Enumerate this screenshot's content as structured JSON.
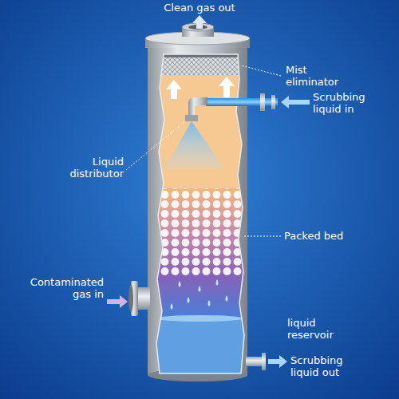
{
  "diagram": {
    "labels": [
      "Clean gas out",
      "Mist eliminator",
      "Scrubbing liquid in",
      "Liquid distributor",
      "Packed bed",
      "Contaminated gas in",
      "liquid reservoir",
      "Scrubbing liquid out"
    ]
  }
}
